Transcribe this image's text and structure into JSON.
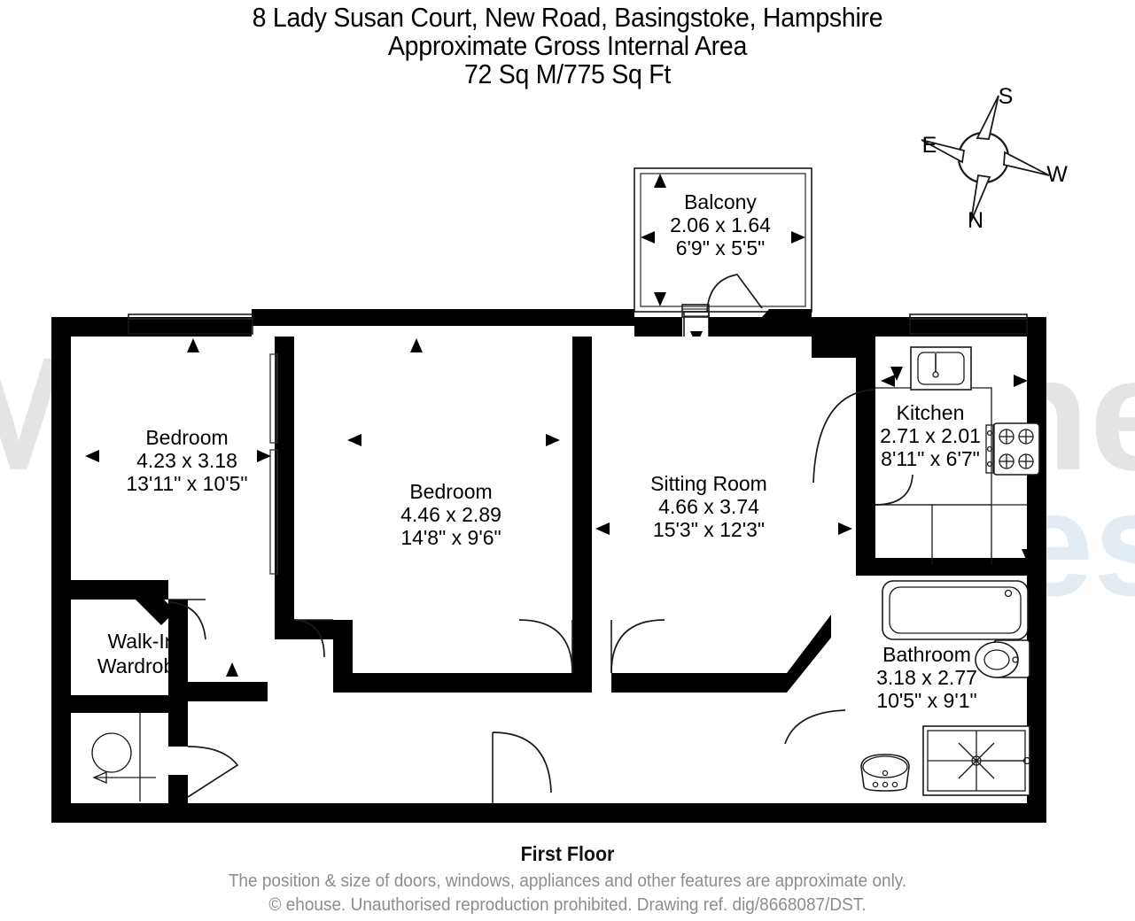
{
  "title": {
    "line1": "8 Lady Susan Court, New Road, Basingstoke, Hampshire",
    "line2": "Approximate Gross Internal Area",
    "line3": "72 Sq M/775 Sq Ft"
  },
  "floor_label": "First Floor",
  "footer": {
    "line1": "The position & size of doors, windows, appliances and other features are approximate only.",
    "line2": "© ehouse. Unauthorised reproduction prohibited. Drawing ref. dig/8668087/DST."
  },
  "watermark": {
    "line1": "McCarthy Stone",
    "line2": "Resales",
    "color_line1": "#e4e4e4",
    "color_line2": "#e3ecf3"
  },
  "compass": {
    "top": "S",
    "left": "E",
    "right": "W",
    "bottom": "N"
  },
  "rooms": [
    {
      "id": "balcony",
      "name": "Balcony",
      "metric": "2.06 x 1.64",
      "imperial": "6'9\" x 5'5\""
    },
    {
      "id": "bedroom-1",
      "name": "Bedroom",
      "metric": "4.23 x 3.18",
      "imperial": "13'11\" x 10'5\""
    },
    {
      "id": "bedroom-2",
      "name": "Bedroom",
      "metric": "4.46 x 2.89",
      "imperial": "14'8\" x 9'6\""
    },
    {
      "id": "sitting-room",
      "name": "Sitting Room",
      "metric": "4.66 x 3.74",
      "imperial": "15'3\" x 12'3\""
    },
    {
      "id": "kitchen",
      "name": "Kitchen",
      "metric": "2.71 x 2.01",
      "imperial": "8'11\" x 6'7\""
    },
    {
      "id": "bathroom",
      "name": "Bathroom",
      "metric": "3.18 x 2.77",
      "imperial": "10'5\" x 9'1\""
    },
    {
      "id": "walk-in-wardrobe",
      "name_line1": "Walk-In",
      "name_line2": "Wardrobe"
    }
  ],
  "colors": {
    "wall": "#000000",
    "background": "#ffffff",
    "text": "#000000",
    "footer_text": "#8d8d8d"
  }
}
